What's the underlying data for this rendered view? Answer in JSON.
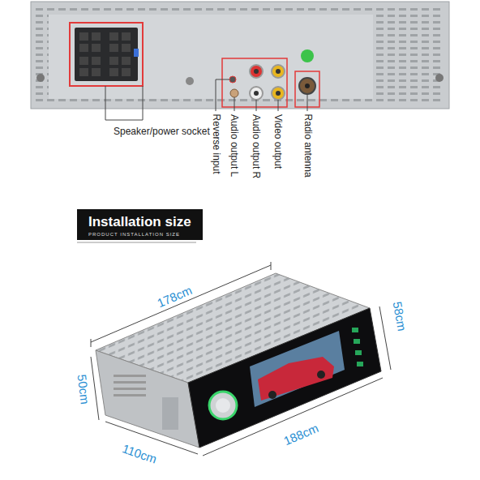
{
  "diagram": {
    "nodes": [
      {
        "text": [
          "Installation size",
          "PRODUCT INSTALLATION SIZE"
        ]
      }
    ],
    "labels": [
      "Speaker/power socket",
      "Reverse input",
      "Audio output L",
      "Audio output R",
      "Video output",
      "Radio antenna",
      "178cm",
      "58cm",
      "50cm",
      "110cm",
      "188cm"
    ]
  }
}
